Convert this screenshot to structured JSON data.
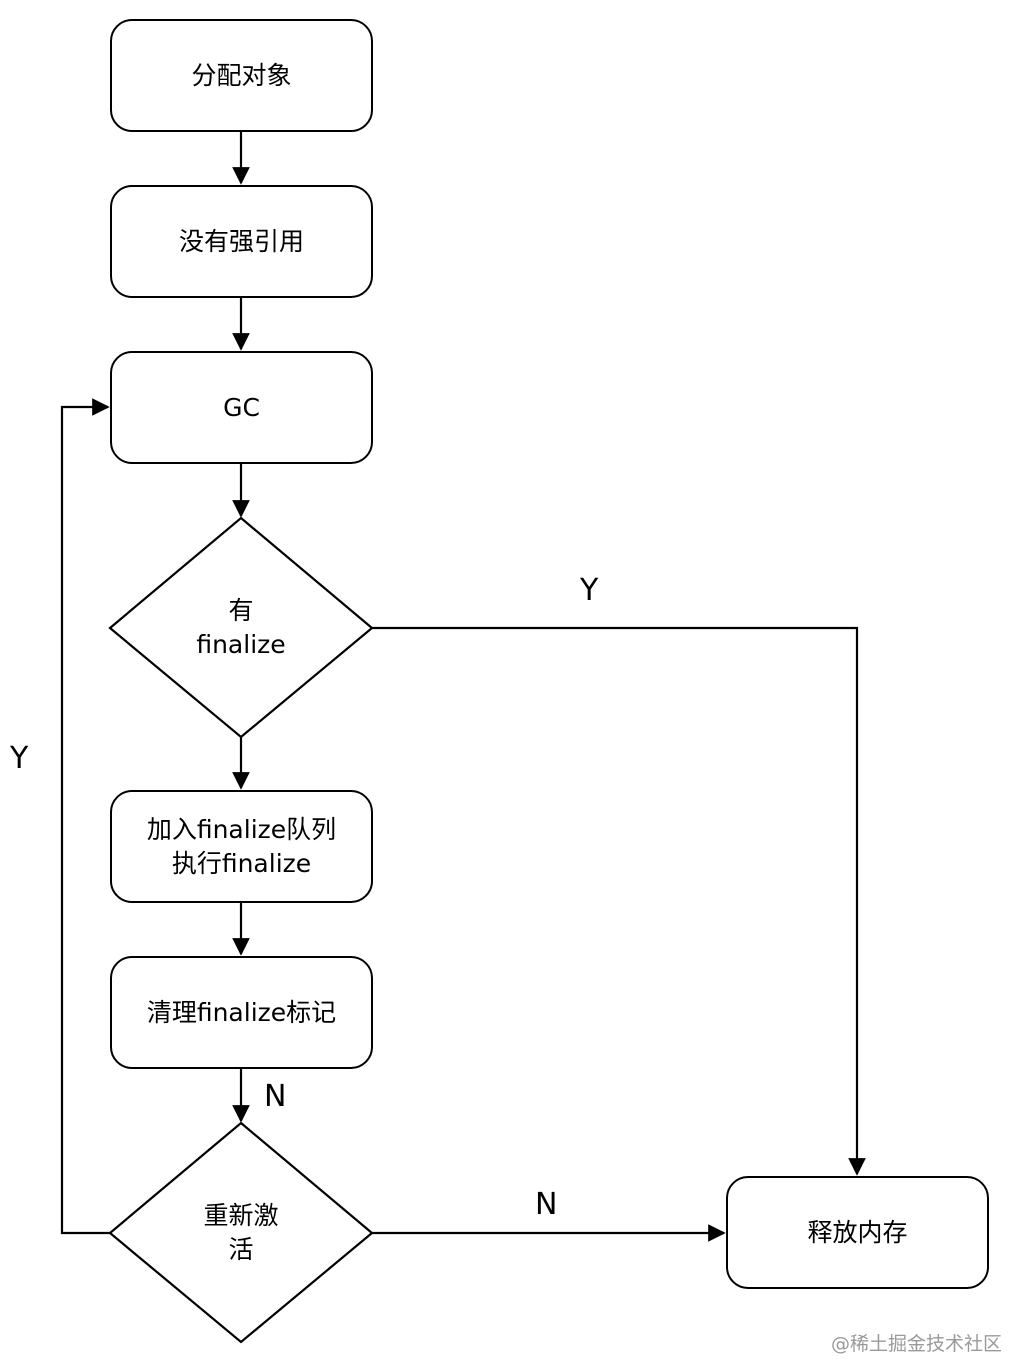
{
  "nodes": {
    "allocate": "分配对象",
    "no_strong_ref": "没有强引用",
    "gc": "GC",
    "has_finalize": [
      "有",
      "finalize"
    ],
    "enqueue_finalize": [
      "加入finalize队列",
      "执行finalize"
    ],
    "clear_mark": "清理finalize标记",
    "reactivate": [
      "重新激",
      "活"
    ],
    "free_memory": "释放内存"
  },
  "edge_labels": {
    "has_finalize_yes": "Y",
    "reactivate_yes": "Y",
    "clear_to_reactivate_no": "N",
    "reactivate_no": "N"
  },
  "watermark": "@稀土掘金技术社区"
}
